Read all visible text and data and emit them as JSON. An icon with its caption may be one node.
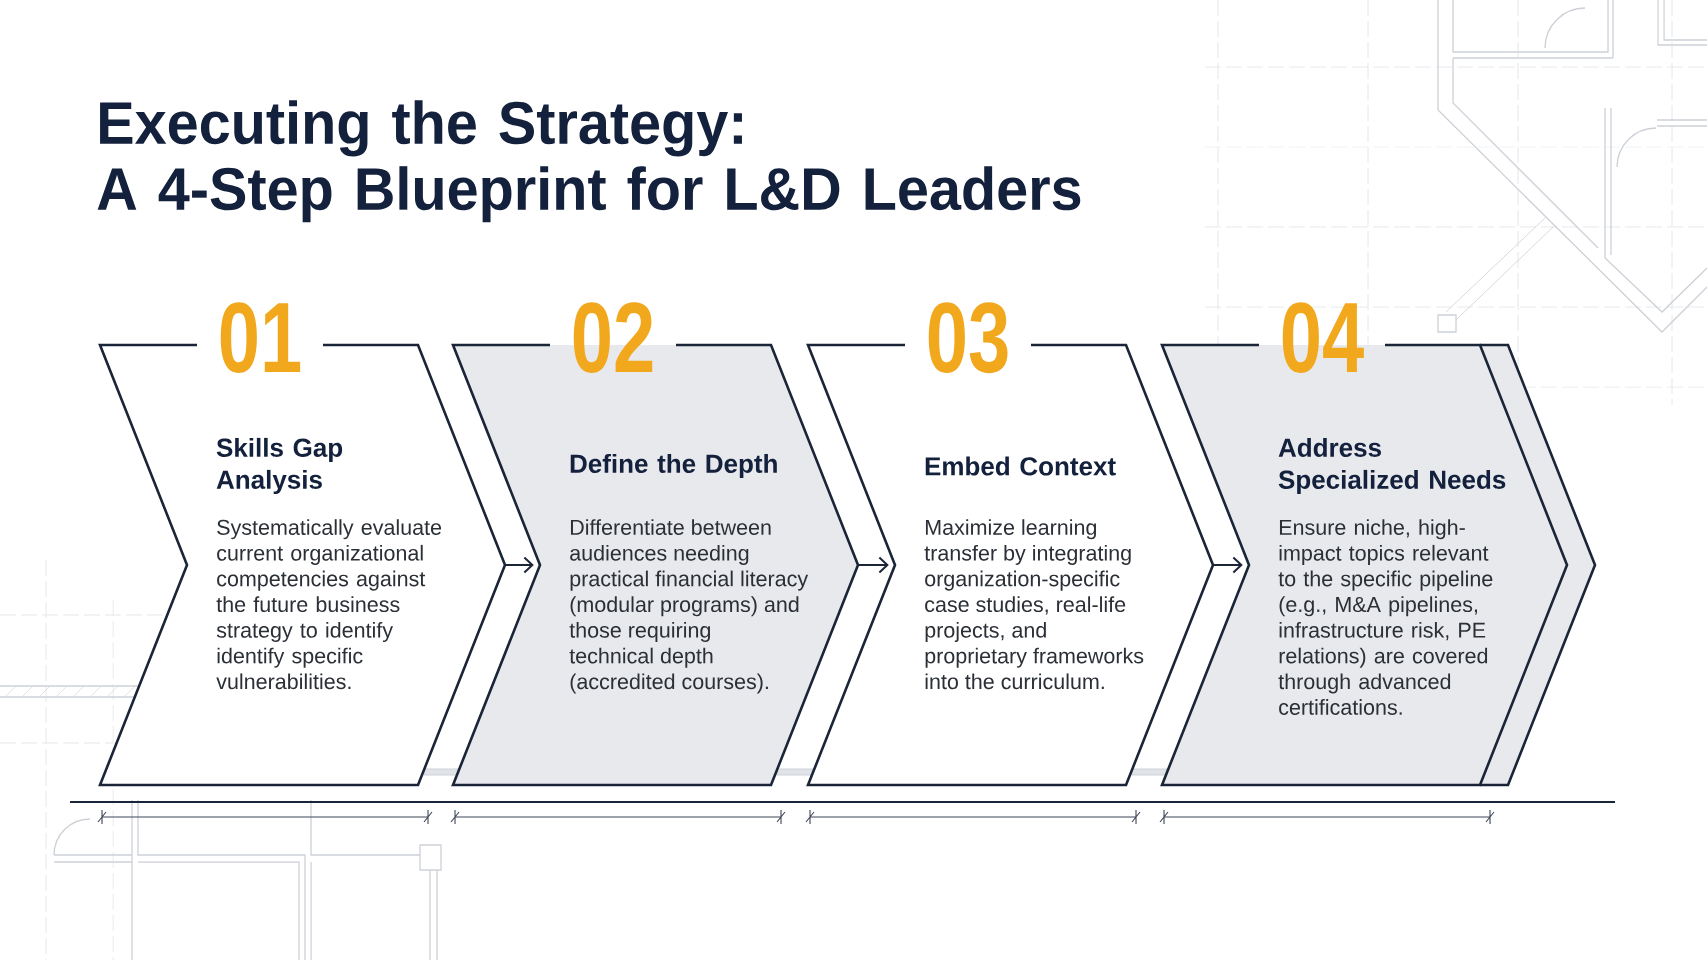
{
  "diagram": {
    "title": "Executing the Strategy: A 4-Step Blueprint for L&D Leaders",
    "nodes": [
      {
        "text": [
          "01",
          "Skills Gap Analysis",
          "Systematically evaluate current organizational competencies against the future business strategy to identify identify specific vulnerabilities."
        ]
      },
      {
        "text": [
          "02",
          "Define the Depth",
          "Differentiate between audiences needing practical financial literacy (modular programs) and those requiring technical depth (accredited courses)."
        ]
      },
      {
        "text": [
          "03",
          "Embed Context",
          "Maximize learning transfer by integrating organization-specific case studies, real-life projects, and proprietary frameworks into the curriculum."
        ]
      },
      {
        "text": [
          "04",
          "Address Specialized Needs",
          "Ensure niche, high-impact topics relevant to the specific pipeline (e.g., M&A pipelines, infrastructure risk, PE relations) are covered through advanced certifications."
        ]
      }
    ],
    "edges": [
      {
        "from": 0,
        "to": 1,
        "arrow": "to"
      },
      {
        "from": 1,
        "to": 2,
        "arrow": "to"
      },
      {
        "from": 2,
        "to": 3,
        "arrow": "to"
      }
    ]
  }
}
